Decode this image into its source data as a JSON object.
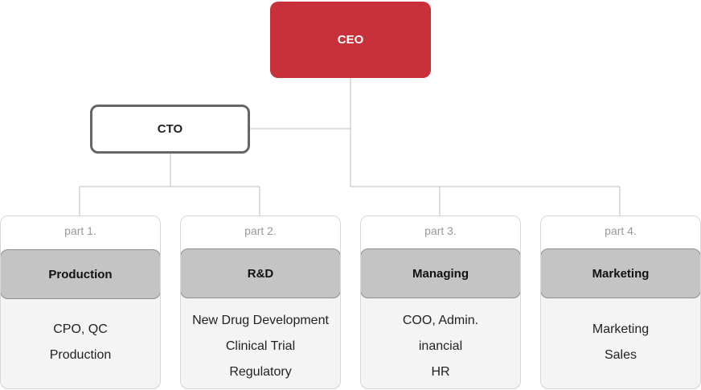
{
  "ceo": {
    "label": "CEO"
  },
  "cto": {
    "label": "CTO"
  },
  "parts": [
    {
      "part": "part 1.",
      "dept": "Production",
      "items": [
        "CPO, QC",
        "Production"
      ]
    },
    {
      "part": "part 2.",
      "dept": "R&D",
      "items": [
        "New Drug Development",
        "Clinical Trial",
        "Regulatory"
      ]
    },
    {
      "part": "part 3.",
      "dept": "Managing",
      "items": [
        "COO, Admin.",
        "inancial",
        "HR"
      ]
    },
    {
      "part": "part 4.",
      "dept": "Marketing",
      "items": [
        "Marketing",
        "Sales"
      ]
    }
  ],
  "colors": {
    "ceo_fill": "#c8313a",
    "cto_border": "#666666",
    "dept_fill": "#c4c4c4",
    "connector": "#c8c8c8"
  }
}
